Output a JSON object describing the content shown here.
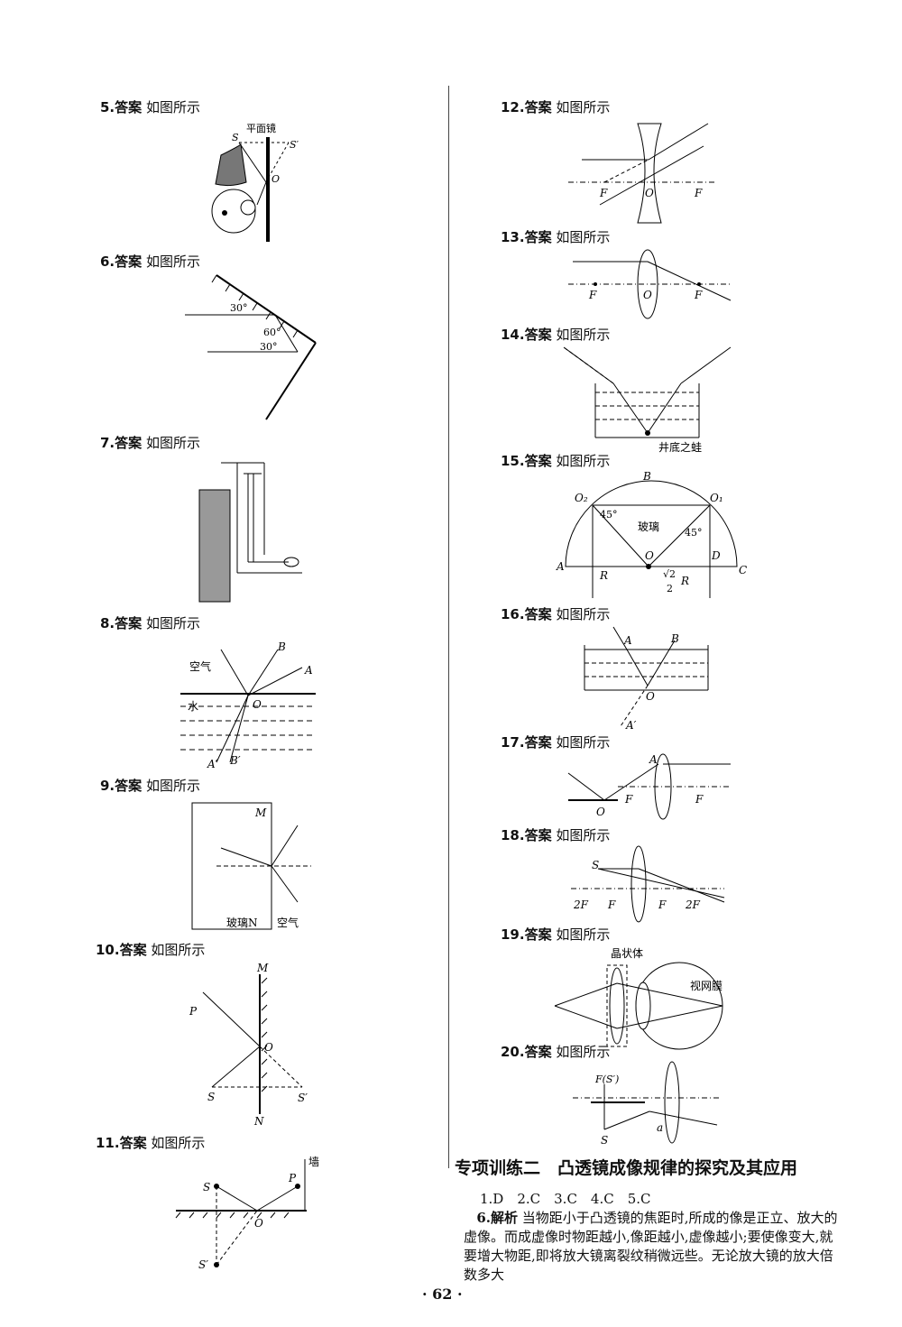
{
  "answers": [
    {
      "num": "5.",
      "label": "答案",
      "text": "如图所示"
    },
    {
      "num": "6.",
      "label": "答案",
      "text": "如图所示"
    },
    {
      "num": "7.",
      "label": "答案",
      "text": "如图所示"
    },
    {
      "num": "8.",
      "label": "答案",
      "text": "如图所示"
    },
    {
      "num": "9.",
      "label": "答案",
      "text": "如图所示"
    },
    {
      "num": "10.",
      "label": "答案",
      "text": "如图所示"
    },
    {
      "num": "11.",
      "label": "答案",
      "text": "如图所示"
    },
    {
      "num": "12.",
      "label": "答案",
      "text": "如图所示"
    },
    {
      "num": "13.",
      "label": "答案",
      "text": "如图所示"
    },
    {
      "num": "14.",
      "label": "答案",
      "text": "如图所示"
    },
    {
      "num": "15.",
      "label": "答案",
      "text": "如图所示"
    },
    {
      "num": "16.",
      "label": "答案",
      "text": "如图所示"
    },
    {
      "num": "17.",
      "label": "答案",
      "text": "如图所示"
    },
    {
      "num": "18.",
      "label": "答案",
      "text": "如图所示"
    },
    {
      "num": "19.",
      "label": "答案",
      "text": "如图所示"
    },
    {
      "num": "20.",
      "label": "答案",
      "text": "如图所示"
    }
  ],
  "fig_labels": {
    "f5": {
      "mirror": "平面镜",
      "S": "S",
      "S2": "S′",
      "O": "O"
    },
    "f6": {
      "a1": "30°",
      "a2": "60°",
      "a3": "30°"
    },
    "f8": {
      "air": "空气",
      "water": "水",
      "A": "A",
      "B": "B",
      "O": "O",
      "A2": "A′",
      "B2": "B′"
    },
    "f9": {
      "M": "M",
      "N": "玻璃N",
      "air": "空气"
    },
    "f10": {
      "M": "M",
      "N": "N",
      "P": "P",
      "O": "O",
      "S": "S",
      "S2": "S′"
    },
    "f11": {
      "wall": "墙",
      "S": "S",
      "P": "P",
      "O": "O",
      "S2": "S′"
    },
    "f12": {
      "F1": "F",
      "O": "O",
      "F2": "F"
    },
    "f13": {
      "F1": "F",
      "O": "O",
      "F2": "F"
    },
    "f14": {
      "frog": "井底之蛙"
    },
    "f15": {
      "B": "B",
      "O2": "O₂",
      "O1": "O₁",
      "a1": "45°",
      "a2": "45°",
      "glass": "玻璃",
      "O": "O",
      "D": "D",
      "A": "A",
      "C": "C",
      "R": "R",
      "R2": "√2",
      "R3": "2",
      "R4": "R"
    },
    "f16": {
      "A": "A",
      "B": "B",
      "O": "O",
      "A2": "A′"
    },
    "f17": {
      "A": "A",
      "O": "O",
      "F1": "F",
      "F2": "F"
    },
    "f18": {
      "S": "S",
      "F2a": "2F",
      "F1": "F",
      "F2": "F",
      "F2b": "2F"
    },
    "f19": {
      "lens": "晶状体",
      "retina": "视网膜"
    },
    "f20": {
      "FS": "F(S′)",
      "S": "S",
      "a": "a"
    }
  },
  "section": {
    "title": "专项训练二　凸透镜成像规律的探究及其应用",
    "choices": "1.D　2.C　3.C　4.C　5.C",
    "q6_lead": "6.解析",
    "q6_text": "当物距小于凸透镜的焦距时,所成的像是正立、放大的虚像。而成虚像时物距越小,像距越小,虚像越小;要使像变大,就要增大物距,即将放大镜离裂纹稍微远些。无论放大镜的放大倍数多大"
  },
  "page_number": "· 62 ·"
}
